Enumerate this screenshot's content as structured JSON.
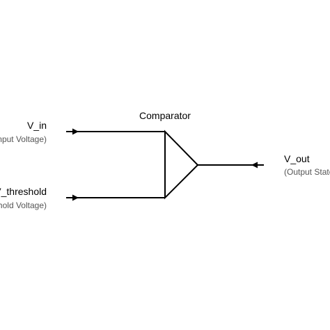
{
  "diagram": {
    "title": "Comparator",
    "inputs": [
      {
        "label": "V_in",
        "description": "(Input Voltage)"
      },
      {
        "label": "V_threshold",
        "description": "(Threshold Voltage)"
      }
    ],
    "output": {
      "label": "V_out",
      "description": "(Output State)"
    },
    "colors": {
      "line": "#000000",
      "text": "#000000",
      "subtext": "#555555",
      "background": "#ffffff"
    }
  }
}
